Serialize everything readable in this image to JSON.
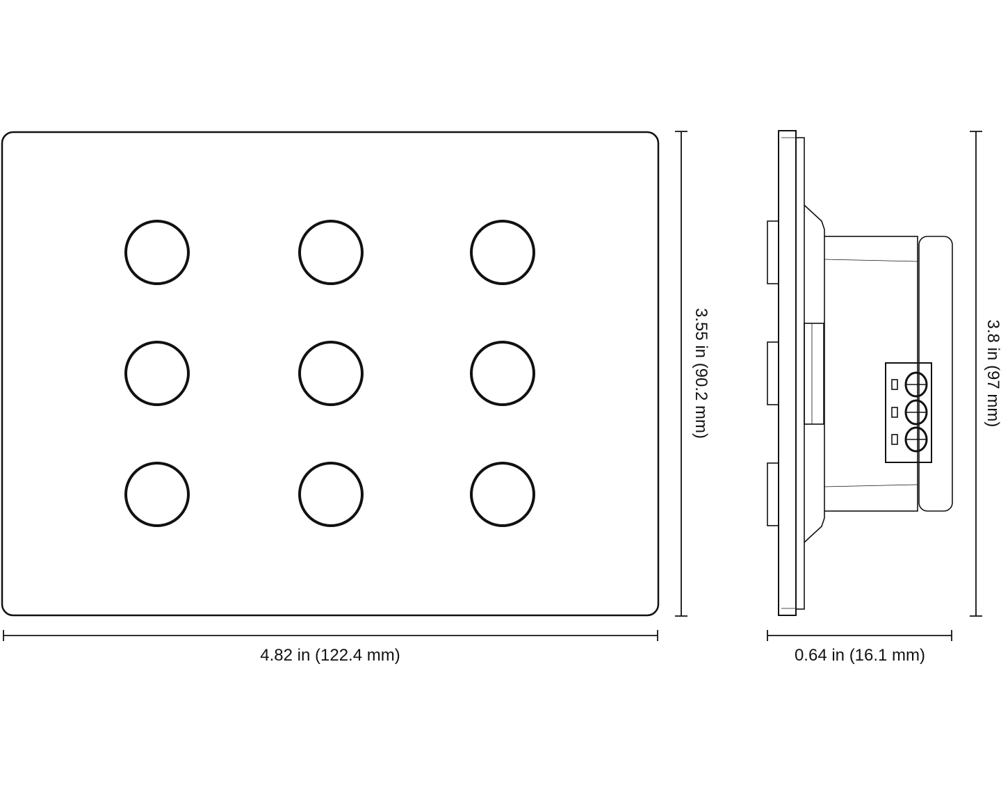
{
  "drawing": {
    "front_view": {
      "button_grid": {
        "rows": 3,
        "columns": 3
      }
    },
    "dimensions": {
      "front_width": "4.82 in (122.4 mm)",
      "front_height": "3.55 in (90.2 mm)",
      "side_depth": "0.64 in (16.1 mm)",
      "side_height": "3.8 in (97 mm)"
    },
    "line_color": "#111111",
    "background": "#ffffff"
  }
}
